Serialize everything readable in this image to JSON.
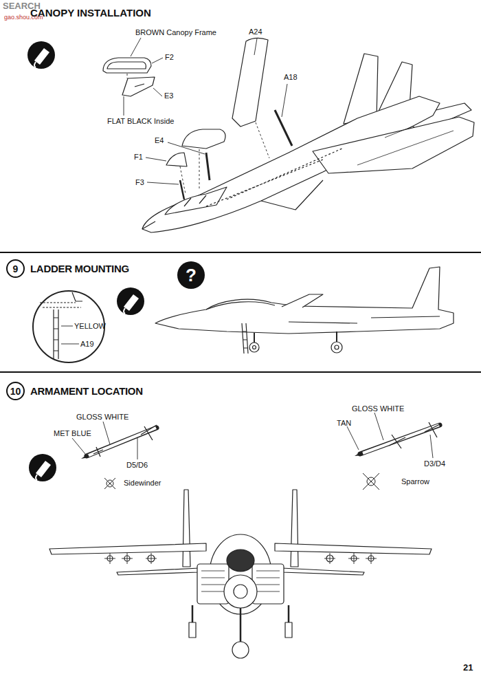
{
  "diagram": {
    "nodes": [
      {
        "text": [
          "9",
          "LADDER MOUNTING"
        ]
      },
      {
        "text": [
          "?"
        ]
      },
      {
        "text": [
          "10",
          "ARMAMENT LOCATION"
        ]
      }
    ],
    "labels": [
      "SEARCH",
      "gao.shou.com",
      "CANOPY INSTALLATION",
      "BROWN Canopy Frame",
      "F2",
      "E3",
      "FLAT BLACK Inside",
      "E4",
      "F1",
      "F3",
      "A24",
      "A18",
      "YELLOW",
      "A19",
      "GLOSS WHITE",
      "MET BLUE",
      "D5/D6",
      "Sidewinder",
      "GLOSS WHITE",
      "TAN",
      "D3/D4",
      "Sparrow",
      "21"
    ]
  }
}
